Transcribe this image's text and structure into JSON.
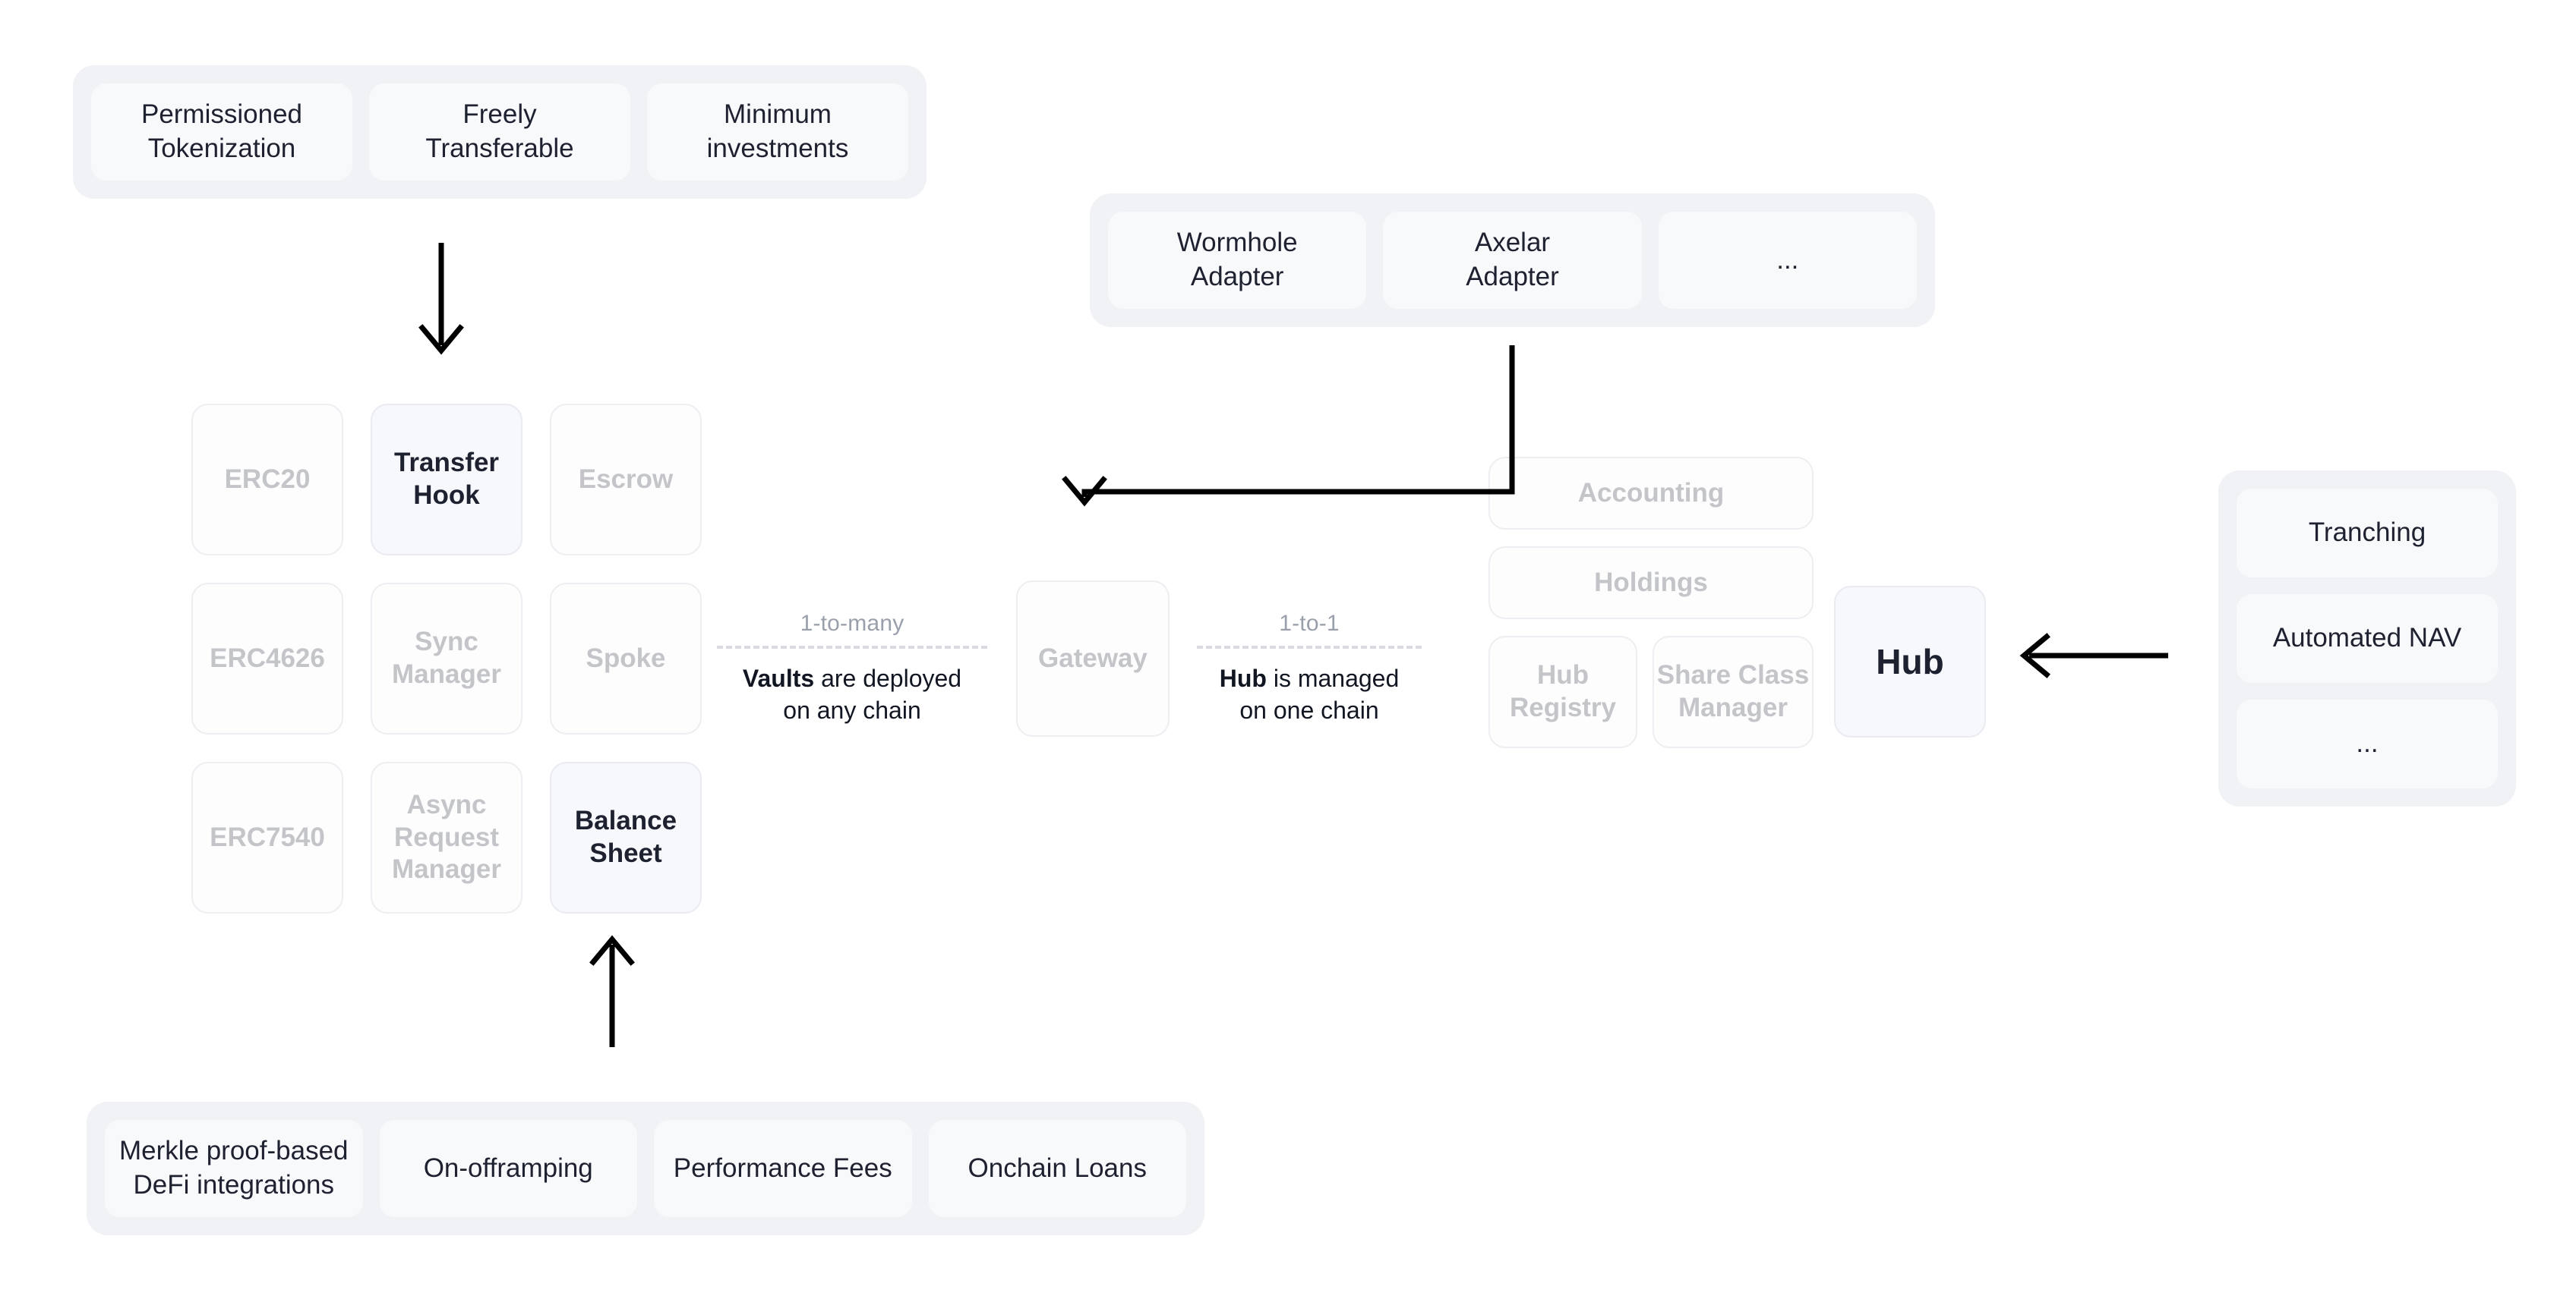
{
  "diagram": {
    "title": "Vault / Spoke / Hub protocol architecture",
    "colors": {
      "group_background": "#f1f2f5",
      "card_background": "#f8f9fb",
      "ghost_card_background": "#fdfdfe",
      "ghost_card_border": "#eceef1",
      "ghost_text": "#c3c5c9",
      "highlight_card_background": "#f7f8fc",
      "highlight_card_border": "#e9ebf1",
      "primary_text": "#1d2130",
      "muted_caption": "#9aa0ab",
      "dashed_line": "#d9dbe1",
      "arrow": "#000000",
      "page_background": "#ffffff"
    }
  },
  "vault_features": {
    "items": [
      {
        "label": "Permissioned\nTokenization"
      },
      {
        "label": "Freely\nTransferable"
      },
      {
        "label": "Minimum\ninvestments"
      }
    ]
  },
  "adapters": {
    "items": [
      {
        "label": "Wormhole\nAdapter"
      },
      {
        "label": "Axelar\nAdapter"
      },
      {
        "label": "..."
      }
    ]
  },
  "spoke_grid": {
    "cells": [
      {
        "label": "ERC20",
        "state": "ghost"
      },
      {
        "label": "Transfer\nHook",
        "state": "highlight"
      },
      {
        "label": "Escrow",
        "state": "ghost"
      },
      {
        "label": "ERC4626",
        "state": "ghost"
      },
      {
        "label": "Sync\nManager",
        "state": "ghost"
      },
      {
        "label": "Spoke",
        "state": "ghost-large"
      },
      {
        "label": "ERC7540",
        "state": "ghost"
      },
      {
        "label": "Async\nRequest\nManager",
        "state": "ghost"
      },
      {
        "label": "Balance\nSheet",
        "state": "highlight"
      }
    ]
  },
  "gateway": {
    "label": "Gateway"
  },
  "hub_cluster": {
    "accounting": "Accounting",
    "holdings": "Holdings",
    "hub_registry": "Hub\nRegistry",
    "share_class_manager": "Share Class\nManager",
    "hub": "Hub"
  },
  "hub_features": {
    "items": [
      {
        "label": "Tranching"
      },
      {
        "label": "Automated NAV"
      },
      {
        "label": "..."
      }
    ]
  },
  "balance_sheet_features": {
    "items": [
      {
        "label": "Merkle proof-based\nDeFi integrations"
      },
      {
        "label": "On-offramping"
      },
      {
        "label": "Performance Fees"
      },
      {
        "label": "Onchain Loans"
      }
    ]
  },
  "connectors": {
    "vaults": {
      "cardinality": "1-to-many",
      "note_bold": "Vaults",
      "note_rest": " are deployed",
      "note_line2": "on any chain"
    },
    "hub": {
      "cardinality": "1-to-1",
      "note_bold": "Hub",
      "note_rest": " is managed",
      "note_line2": "on one chain"
    }
  },
  "arrows": [
    {
      "name": "vault-features-to-spoke-grid",
      "direction": "down"
    },
    {
      "name": "adapters-to-gateway",
      "direction": "elbow-down-left-down"
    },
    {
      "name": "bs-features-to-balance-sheet",
      "direction": "up"
    },
    {
      "name": "hub-features-to-hub",
      "direction": "left"
    }
  ]
}
